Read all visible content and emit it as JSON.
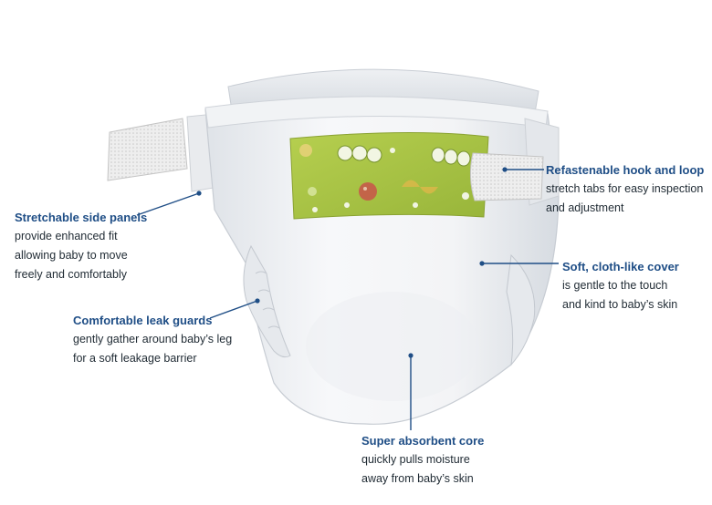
{
  "colors": {
    "label_title": "#1f4e86",
    "label_text": "#1f2a33",
    "leader_line": "#1f4e86",
    "print_panel": "#a9c541",
    "diaper_white": "#f4f5f7",
    "diaper_shadow": "#d9dde3"
  },
  "callouts": {
    "refastenable": {
      "title": "Refastenable hook and loop",
      "description": "stretch tabs for easy inspection\nand adjustment"
    },
    "stretchable": {
      "title": "Stretchable side panels",
      "description": "provide enhanced fit\nallowing baby to move\nfreely and comfortably"
    },
    "soft_cover": {
      "title": "Soft, cloth-like cover",
      "description": "is gentle to the touch\nand kind to baby’s skin"
    },
    "leak_guards": {
      "title": "Comfortable leak guards",
      "description": "gently gather around baby’s leg\nfor a soft leakage barrier"
    },
    "core": {
      "title": "Super absorbent core",
      "description": "quickly pulls moisture\naway from baby’s skin"
    }
  }
}
